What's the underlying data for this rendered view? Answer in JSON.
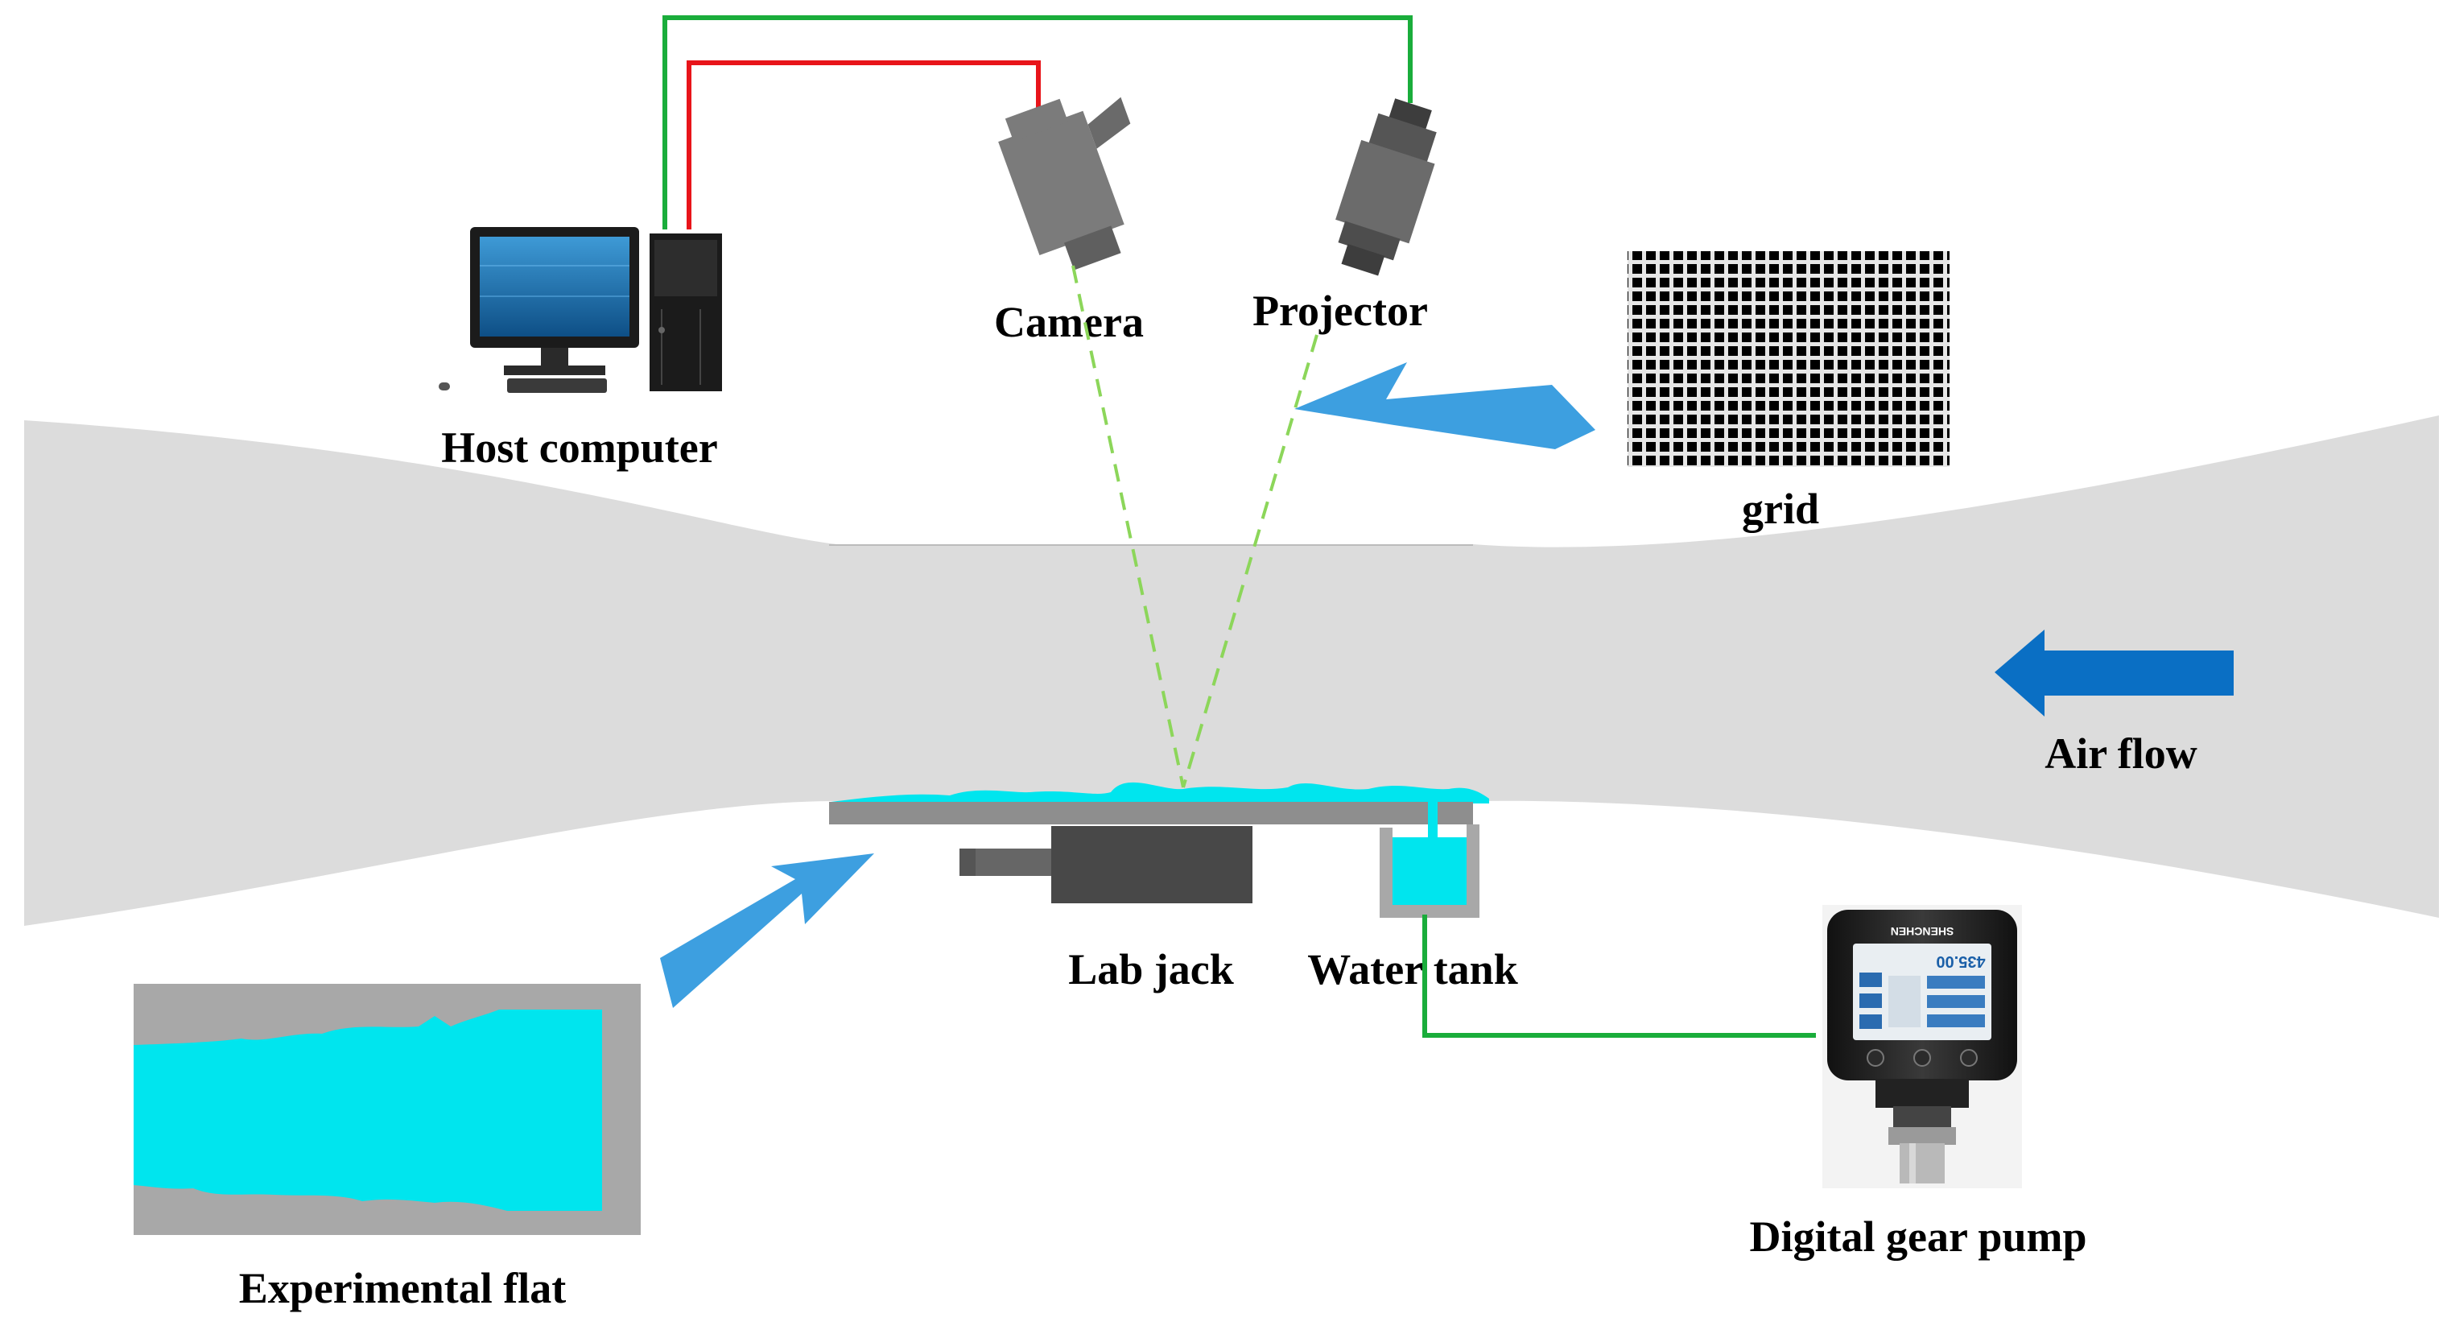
{
  "labels": {
    "host_computer": "Host computer",
    "camera": "Camera",
    "projector": "Projector",
    "grid": "grid",
    "air_flow": "Air flow",
    "lab_jack": "Lab jack",
    "water_tank": "Water tank",
    "experimental_flat": "Experimental flat",
    "digital_gear_pump": "Digital gear pump"
  },
  "pump_display": {
    "brand": "SHENCHEN",
    "reading": "435.00"
  },
  "colors": {
    "wind_tunnel": "#dcdcdc",
    "water": "#00e5ee",
    "arrow_light": "#3d9fe0",
    "arrow_dark": "#0a6fc4",
    "cable_green": "#1aad3b",
    "cable_red": "#e8141a",
    "beam": "#8cd65a",
    "device_gray": "#7b7b7b",
    "flat_gray": "#a8a8a8"
  }
}
